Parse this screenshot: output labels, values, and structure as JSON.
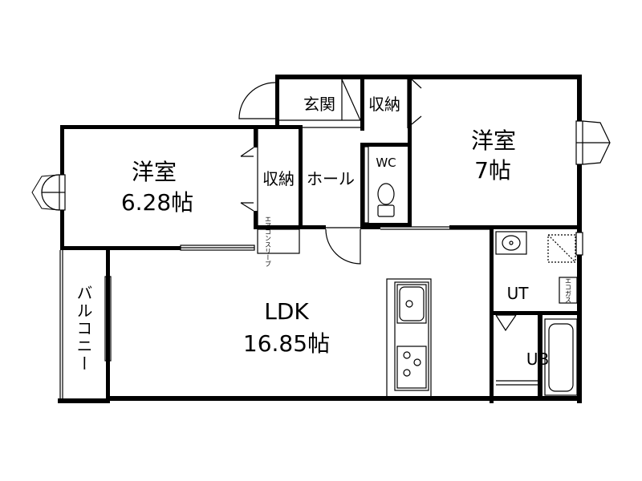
{
  "floorplan": {
    "rooms": {
      "western_room_1": {
        "name": "洋室",
        "size": "6.28帖"
      },
      "western_room_2": {
        "name": "洋室",
        "size": "7帖"
      },
      "ldk": {
        "name": "LDK",
        "size": "16.85帖"
      },
      "entrance": "玄関",
      "storage_1": "収納",
      "storage_2": "収納",
      "hall": "ホール",
      "wc": "WC",
      "ut": "UT",
      "ub": "UB",
      "balcony": "バルコニー",
      "aircon_sleeve": "エアコンスリーブ",
      "eco_gas": "エコガス"
    }
  }
}
